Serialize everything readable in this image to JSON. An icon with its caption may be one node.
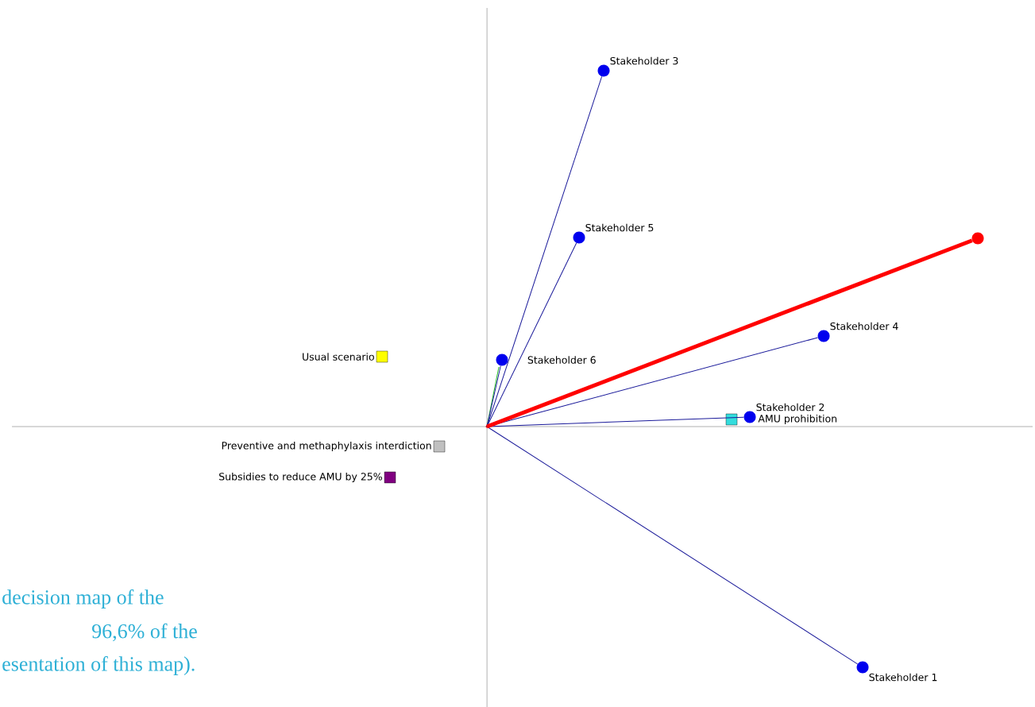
{
  "diagram": {
    "nodes": [
      {
        "text": [
          "Stakeholder 3"
        ]
      },
      {
        "text": [
          "Stakeholder 5"
        ]
      },
      {
        "text": [
          "Stakeholder 4"
        ]
      },
      {
        "text": [
          "Usual scenario"
        ]
      },
      {
        "text": [
          "Stakeholder 6"
        ]
      },
      {
        "text": [
          "Stakeholder 2"
        ]
      },
      {
        "text": [
          "AMU prohibition"
        ]
      },
      {
        "text": [
          "Preventive and methaphylaxis interdiction"
        ]
      },
      {
        "text": [
          "Subsidies to reduce AMU by 25%"
        ]
      },
      {
        "text": [
          "Stakeholder 1"
        ]
      },
      {
        "text": [],
        "shape": "circle"
      },
      {
        "text": [],
        "shape": "point"
      }
    ],
    "edges": [
      {
        "from": 11,
        "to": 0,
        "arrow": "none"
      },
      {
        "from": 11,
        "to": 1,
        "arrow": "none"
      },
      {
        "from": 11,
        "to": 2,
        "arrow": "none"
      },
      {
        "from": 11,
        "to": 4,
        "arrow": "none"
      },
      {
        "from": 11,
        "to": 5,
        "arrow": "none"
      },
      {
        "from": 11,
        "to": 9,
        "arrow": "none"
      },
      {
        "from": 11,
        "to": 10,
        "arrow": "none",
        "style": "thick",
        "color": "#ff0000"
      }
    ],
    "labels": [
      "decision map of the",
      "96,6% of the",
      "esentation of this map)."
    ]
  }
}
